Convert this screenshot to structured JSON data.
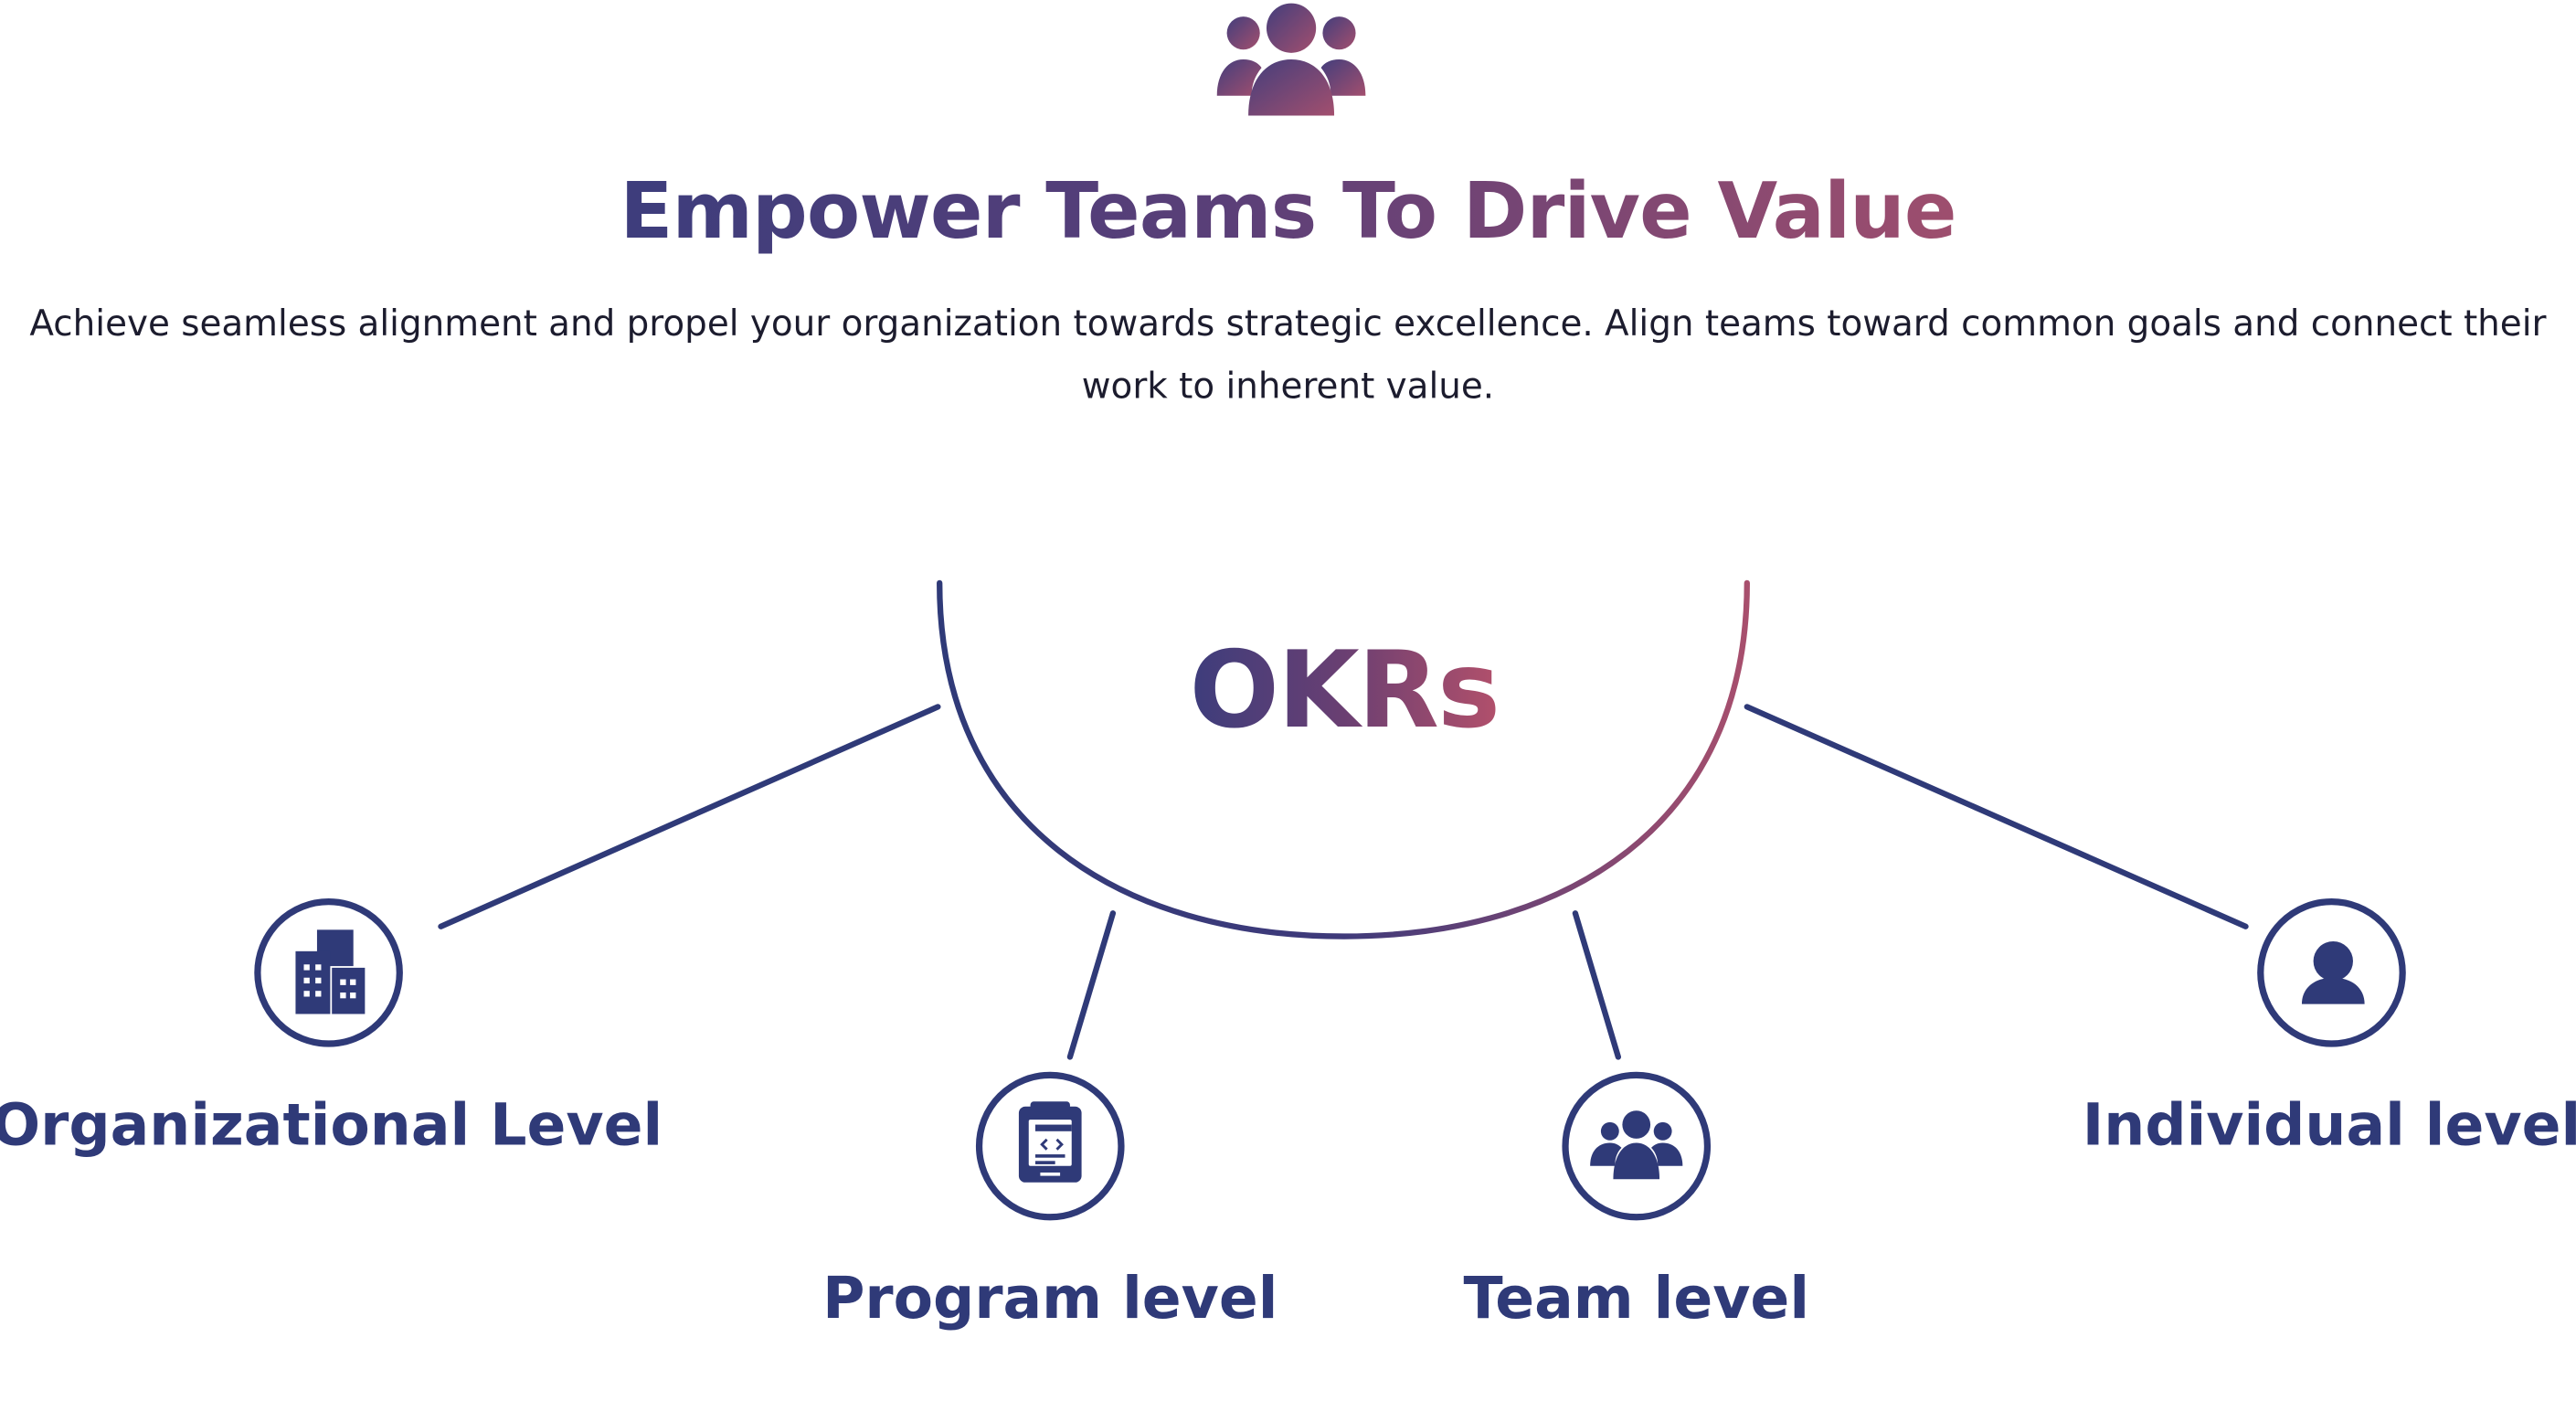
{
  "header": {
    "icon": "team-group-icon",
    "title": "Empower Teams To Drive Value",
    "subtitle": "Achieve seamless alignment and propel your organization towards strategic excellence. Align teams toward common goals and connect their work to inherent value."
  },
  "diagram": {
    "center_label": "OKRs",
    "levels": [
      {
        "label": "Organizational Level",
        "icon": "building-icon"
      },
      {
        "label": "Program level",
        "icon": "clipboard-code-icon"
      },
      {
        "label": "Team level",
        "icon": "team-icon"
      },
      {
        "label": "Individual level",
        "icon": "person-icon"
      }
    ]
  },
  "colors": {
    "primary": "#2f3a78",
    "gradient_start": "#3d3d7c",
    "gradient_end": "#a84f6d",
    "text": "#1c1c2e"
  }
}
